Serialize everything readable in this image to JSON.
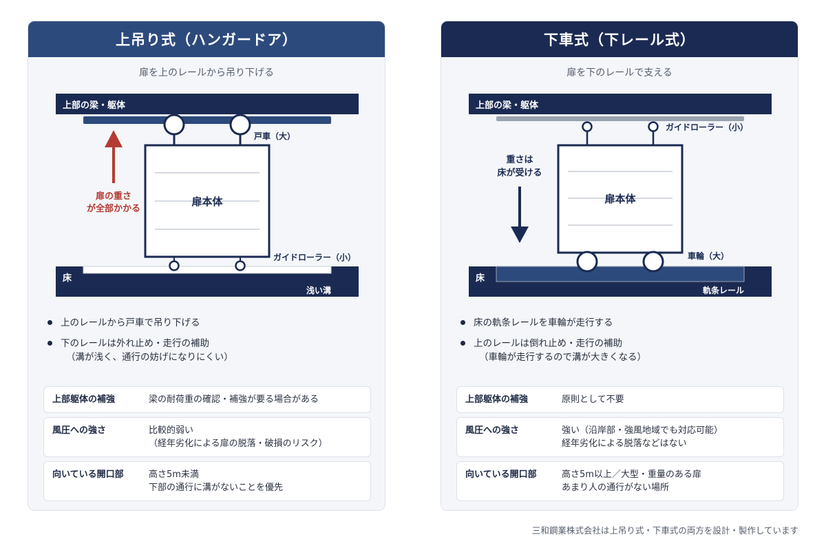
{
  "left": {
    "title": "上吊り式（ハンガードア）",
    "subtitle": "扉を上のレールから吊り下げる",
    "diagram": {
      "beam_label": "上部の梁・躯体",
      "top_roller_label": "戸車（大）",
      "bottom_roller_label": "ガイドローラー（小）",
      "door_label": "扉本体",
      "weight_label_line1": "扉の重さ",
      "weight_label_line2": "が全部かかる",
      "floor_label": "床",
      "groove_label": "浅い溝"
    },
    "bullets": [
      {
        "text": "上のレールから戸車で吊り下げる",
        "sub": ""
      },
      {
        "text": "下のレールは外れ止め・走行の補助",
        "sub": "（溝が浅く、通行の妨げになりにくい）"
      }
    ],
    "specs": [
      {
        "label": "上部躯体の補強",
        "line1": "梁の耐荷重の確認・補強が要る場合がある",
        "line2": ""
      },
      {
        "label": "風圧への強さ",
        "line1": "比較的弱い",
        "line2": "（経年劣化による扉の脱落・破損のリスク）"
      },
      {
        "label": "向いている開口部",
        "line1": "高さ5m未満",
        "line2": "下部の通行に溝がないことを優先"
      }
    ]
  },
  "right": {
    "title": "下車式（下レール式）",
    "subtitle": "扉を下のレールで支える",
    "diagram": {
      "beam_label": "上部の梁・躯体",
      "top_roller_label": "ガイドローラー（小）",
      "bottom_roller_label": "車輪（大）",
      "door_label": "扉本体",
      "weight_label_line1": "重さは",
      "weight_label_line2": "床が受ける",
      "floor_label": "床",
      "rail_label": "軌条レール"
    },
    "bullets": [
      {
        "text": "床の軌条レールを車輪が走行する",
        "sub": ""
      },
      {
        "text": "上のレールは倒れ止め・走行の補助",
        "sub": "（車輪が走行するので溝が大きくなる）"
      }
    ],
    "specs": [
      {
        "label": "上部躯体の補強",
        "line1": "原則として不要",
        "line2": ""
      },
      {
        "label": "風圧への強さ",
        "line1": "強い（沿岸部・強風地域でも対応可能）",
        "line2": "経年劣化による脱落などはない"
      },
      {
        "label": "向いている開口部",
        "line1": "高さ5m以上／大型・重量のある扉",
        "line2": "あまり人の通行がない場所"
      }
    ]
  },
  "footer": "三和鋼業株式会社は上吊り式・下車式の両方を設計・製作しています",
  "colors": {
    "navy": "#1b2a52",
    "header_left": "#2d4a7c",
    "rail_blue": "#2d4a7c",
    "accent_red": "#b53b32",
    "panel_bg": "#f4f6f9"
  }
}
